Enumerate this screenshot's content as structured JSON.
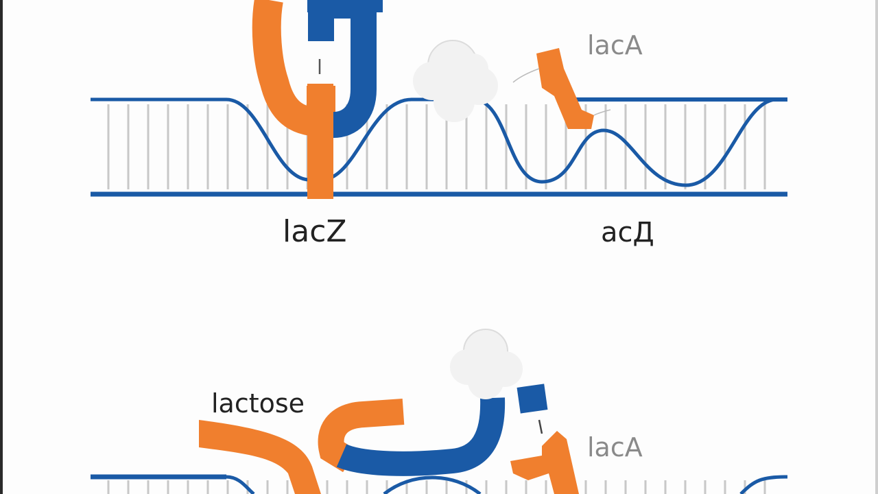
{
  "labels": {
    "top_lacz": "lacZ",
    "top_acu": "acД",
    "top_laca": "lacA",
    "bottom_lactose": "lactose",
    "bottom_laca": "lacA"
  },
  "colors": {
    "dna_blue": "#1a5aa6",
    "protein_orange": "#f07f2e",
    "rung_gray": "#c8c8c8",
    "cloud_fill": "#f2f2f2"
  }
}
